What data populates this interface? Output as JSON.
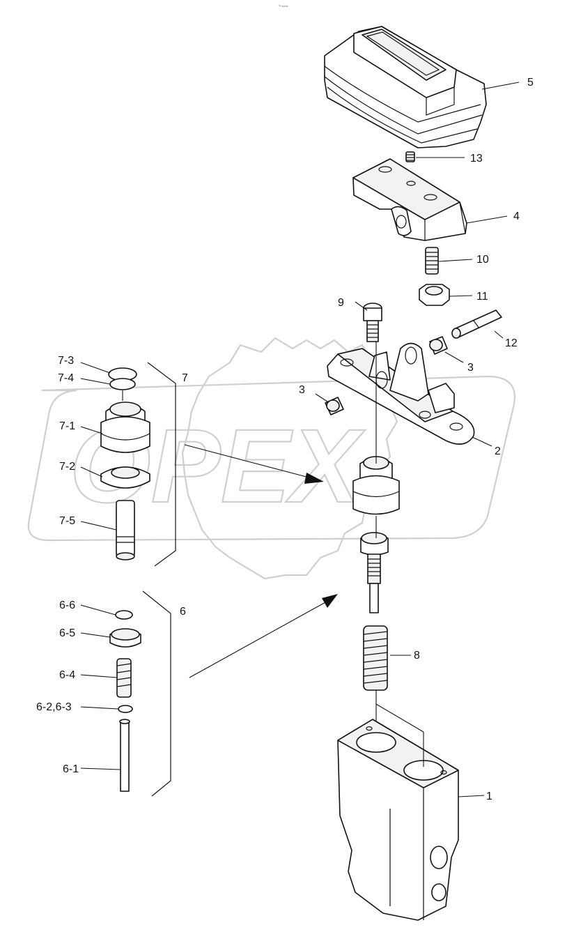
{
  "header_mark": "⁴ₗ ₘₘₘ",
  "watermark": "OPEX",
  "labels": {
    "p1": "1",
    "p2": "2",
    "p3a": "3",
    "p3b": "3",
    "p4": "4",
    "p5": "5",
    "p6": "6",
    "p6_1": "6-1",
    "p6_23": "6-2,6-3",
    "p6_4": "6-4",
    "p6_5": "6-5",
    "p6_6": "6-6",
    "p7": "7",
    "p7_1": "7-1",
    "p7_2": "7-2",
    "p7_3": "7-3",
    "p7_4": "7-4",
    "p7_5": "7-5",
    "p8": "8",
    "p9": "9",
    "p10": "10",
    "p11": "11",
    "p12": "12",
    "p13": "13"
  }
}
